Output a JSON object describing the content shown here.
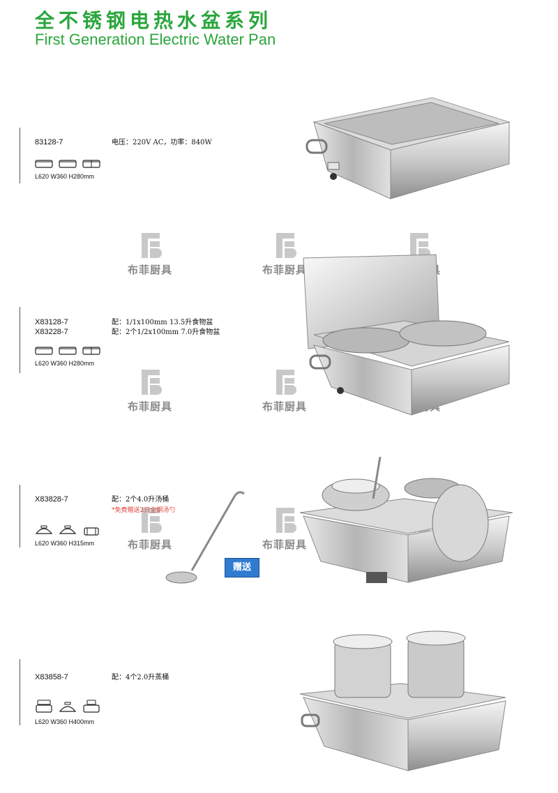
{
  "header": {
    "title_cn": "全不锈钢电热水盆系列",
    "title_en": "First Generation Electric Water Pan"
  },
  "watermark": {
    "text": "布菲厨具"
  },
  "products": [
    {
      "models": [
        "83128-7"
      ],
      "specs": [
        "电压：220V AC，功率：840W"
      ],
      "note": "",
      "dims": "L620 W360 H280mm"
    },
    {
      "models": [
        "X83128-7",
        "X83228-7"
      ],
      "specs": [
        "配：1/1x100mm 13.5升食物盆",
        "配：2个1/2x100mm 7.0升食物盆"
      ],
      "note": "",
      "dims": "L620 W360 H280mm"
    },
    {
      "models": [
        "X83828-7"
      ],
      "specs": [
        "配：2个4.0升汤桶"
      ],
      "note": "*免费赠送2只全钢汤勺",
      "dims": "L620 W360 H315mm",
      "gift_label": "赠送"
    },
    {
      "models": [
        "X83858-7"
      ],
      "specs": [
        "配：4个2.0升蒸桶"
      ],
      "note": "",
      "dims": "L620 W360 H400mm"
    }
  ],
  "colors": {
    "brand_green": "#2aa63c",
    "note_red": "#e0413a",
    "watermark_gray": "#8a8a8a"
  },
  "icons": [
    "pan-outline-icon",
    "lid-outline-icon",
    "pot-outline-icon",
    "steamer-outline-icon",
    "fb-logo-icon",
    "ladle-icon"
  ]
}
